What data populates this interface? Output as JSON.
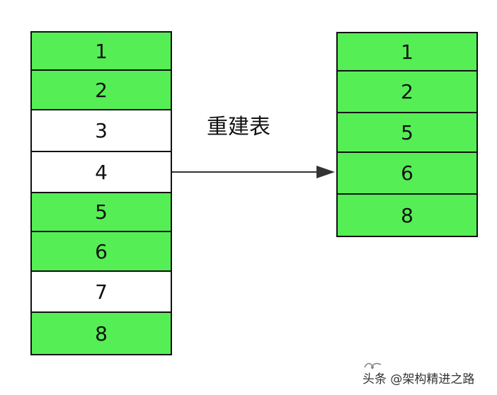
{
  "left_table": {
    "rows": [
      {
        "label": "1",
        "kept": true
      },
      {
        "label": "2",
        "kept": true
      },
      {
        "label": "3",
        "kept": false
      },
      {
        "label": "4",
        "kept": false
      },
      {
        "label": "5",
        "kept": true
      },
      {
        "label": "6",
        "kept": true
      },
      {
        "label": "7",
        "kept": false
      },
      {
        "label": "8",
        "kept": true
      }
    ]
  },
  "right_table": {
    "rows": [
      {
        "label": "1"
      },
      {
        "label": "2"
      },
      {
        "label": "5"
      },
      {
        "label": "6"
      },
      {
        "label": "8"
      }
    ]
  },
  "arrow": {
    "label": "重建表"
  },
  "colors": {
    "kept": "#55ee55",
    "removed": "#ffffff",
    "border": "#111111"
  },
  "watermark": {
    "text": "头条 @架构精进之路"
  }
}
